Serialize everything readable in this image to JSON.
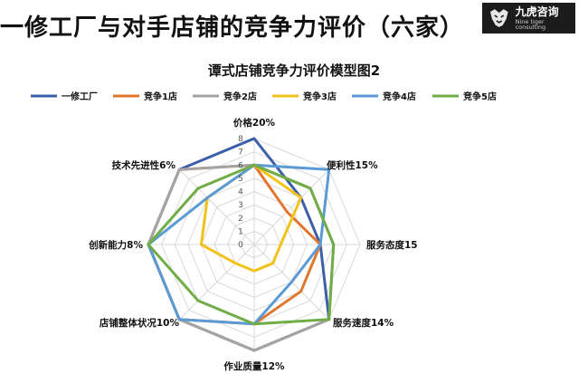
{
  "page": {
    "title": "一修工厂与对手店铺的竞争力评价（六家）",
    "logo_text": "九虎咨询",
    "logo_subtext": "Nine tiger consulting"
  },
  "chart_data": {
    "type": "radar",
    "title": "谭式店铺竞争力评价模型图2",
    "axes": [
      "价格20%",
      "便利性15%",
      "服务态度15",
      "服务速度14%",
      "作业质量12%",
      "店铺整体状况10%",
      "创新能力8%",
      "技术先进性6%"
    ],
    "rlim": [
      0,
      8
    ],
    "ticks": [
      "0",
      "1",
      "2",
      "3",
      "4",
      "5",
      "6",
      "7",
      "8"
    ],
    "grid": true,
    "legend": "top",
    "series": [
      {
        "name": "一修工厂",
        "color": "#3b5fa8",
        "values": [
          8,
          5,
          5,
          8,
          8,
          8,
          8,
          8
        ]
      },
      {
        "name": "竞争1店",
        "color": "#e2762e",
        "values": [
          6,
          3.5,
          5,
          5,
          6,
          8,
          8,
          8
        ]
      },
      {
        "name": "竞争2店",
        "color": "#a4a4a4",
        "values": [
          6,
          6,
          6,
          8,
          8,
          8,
          8,
          8
        ]
      },
      {
        "name": "竞争3店",
        "color": "#f2c21b",
        "values": [
          6,
          5,
          2,
          2,
          2,
          2,
          4,
          5
        ]
      },
      {
        "name": "竞争4店",
        "color": "#5a9bd5",
        "values": [
          6,
          8,
          5,
          4,
          6,
          8,
          8,
          5
        ]
      },
      {
        "name": "竞争5店",
        "color": "#70ad47",
        "values": [
          6,
          6,
          6,
          8,
          6,
          6,
          8,
          6
        ]
      }
    ]
  }
}
